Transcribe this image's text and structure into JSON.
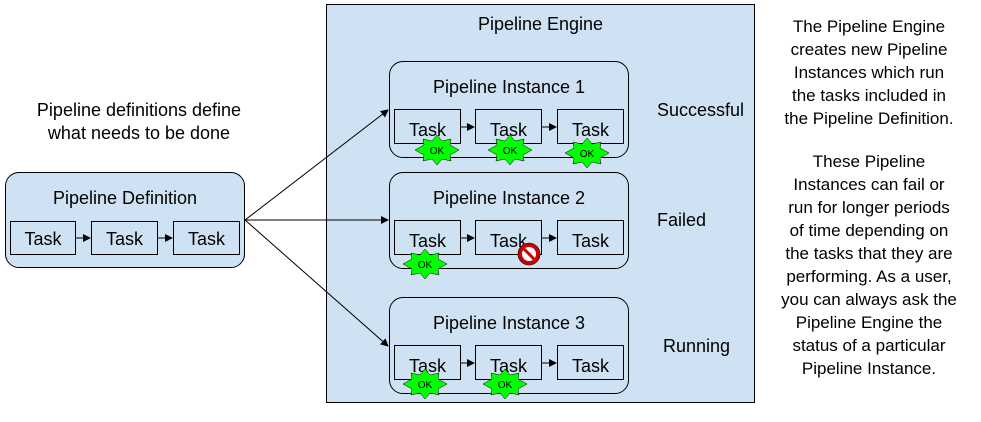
{
  "definition": {
    "caption_line1": "Pipeline definitions define",
    "caption_line2": "what needs to be done",
    "title": "Pipeline Definition",
    "tasks": [
      "Task",
      "Task",
      "Task"
    ]
  },
  "engine": {
    "title": "Pipeline Engine",
    "instances": [
      {
        "title": "Pipeline Instance 1",
        "status": "Successful",
        "tasks": [
          "Task",
          "Task",
          "Task"
        ]
      },
      {
        "title": "Pipeline Instance 2",
        "status": "Failed",
        "tasks": [
          "Task",
          "Task",
          "Task"
        ]
      },
      {
        "title": "Pipeline Instance 3",
        "status": "Running",
        "tasks": [
          "Task",
          "Task",
          "Task"
        ]
      }
    ]
  },
  "badge": {
    "ok_label": "OK",
    "ok_color": "#00ff00",
    "fail_color": "#cc0000"
  },
  "explanation": {
    "paragraph1": [
      "The Pipeline Engine",
      "creates new Pipeline",
      "Instances which run",
      "the tasks included in",
      "the Pipeline Definition."
    ],
    "paragraph2": [
      "These Pipeline",
      "Instances can fail or",
      "run for longer periods",
      "of time depending on",
      "the tasks that they are",
      "performing. As a user,",
      "you can always ask the",
      "Pipeline Engine the",
      "status of a particular",
      "Pipeline Instance."
    ]
  }
}
